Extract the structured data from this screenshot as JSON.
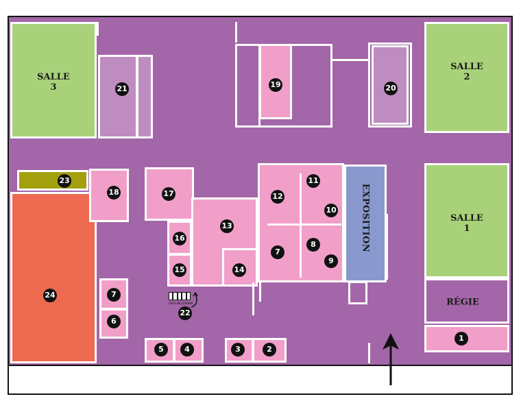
{
  "rooms": {
    "salle3": "SALLE\n3",
    "salle2": "SALLE\n2",
    "salle1": "SALLE\n1",
    "regie": "RÉGIE",
    "exposition": "EXPOSITION"
  },
  "numbers": {
    "n1": "1",
    "n2": "2",
    "n3": "3",
    "n4": "4",
    "n5": "5",
    "n6": "6",
    "n7a": "7",
    "n7b": "7",
    "n8": "8",
    "n9": "9",
    "n10": "10",
    "n11": "11",
    "n12": "12",
    "n13": "13",
    "n14": "14",
    "n15": "15",
    "n16": "16",
    "n17": "17",
    "n18": "18",
    "n19": "19",
    "n20": "20",
    "n21": "21",
    "n22": "22",
    "n23": "23",
    "n24": "24"
  },
  "stairs_caption": "VERS MEZZANINE",
  "colors": {
    "corridor": "#a366a8",
    "screening_room": "#a8d17a",
    "room_pink": "#f19fc8",
    "room_mauve": "#bf8cc0",
    "exhibition": "#8a99cd",
    "room_orange": "#ee6a50",
    "room_olive": "#a3a00e"
  },
  "icons": {
    "entrance": "up-arrow-icon",
    "stairs": "stairs-icon",
    "stairs_direction": "curved-arrow-icon"
  }
}
